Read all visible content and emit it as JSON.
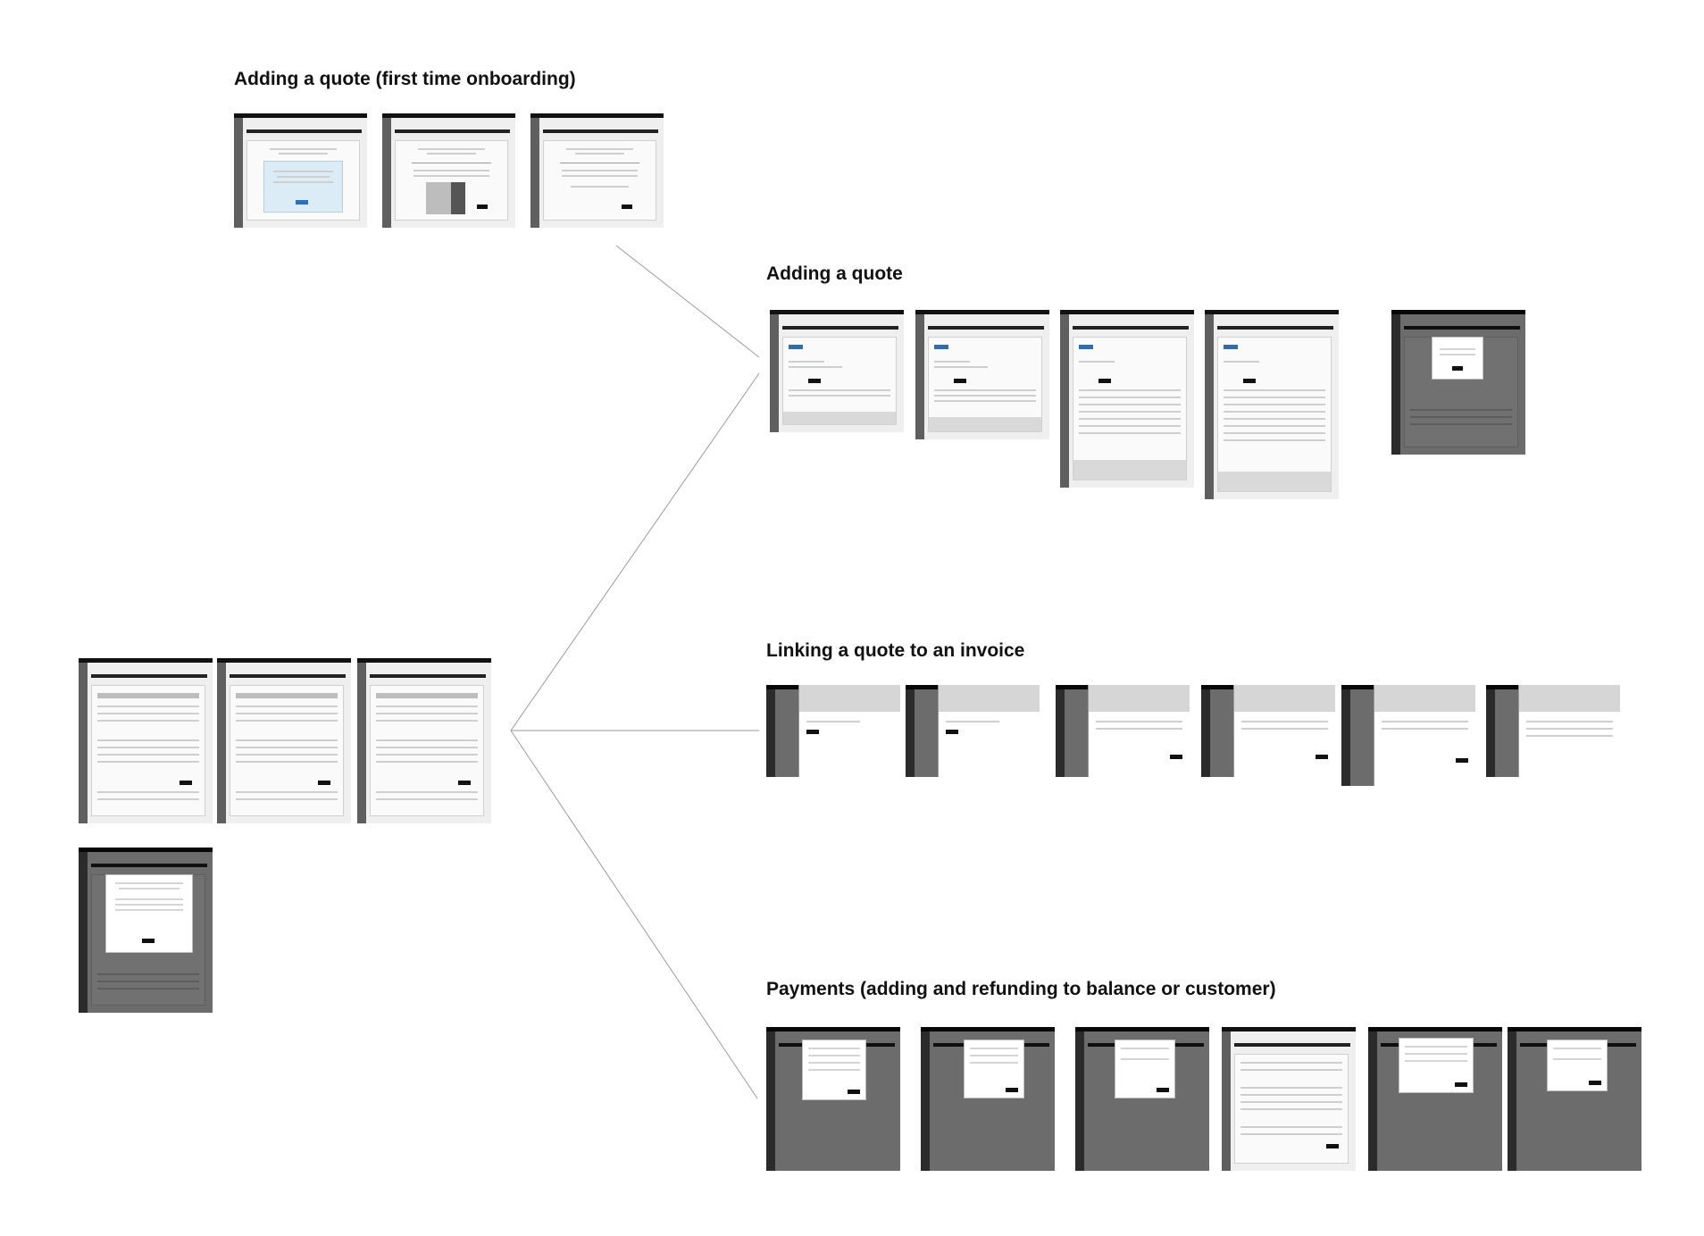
{
  "sections": [
    {
      "id": "onboarding",
      "title": "Adding a quote (first time onboarding)"
    },
    {
      "id": "adding",
      "title": "Adding a quote"
    },
    {
      "id": "linking",
      "title": "Linking a quote to an invoice"
    },
    {
      "id": "payments",
      "title": "Payments (adding and refunding to balance or customer)"
    }
  ],
  "colors": {
    "connector": "#9a9a9a",
    "overlay": "#4a4a4a",
    "highlight": "#dcecf6",
    "accent": "#2f6fb3"
  }
}
